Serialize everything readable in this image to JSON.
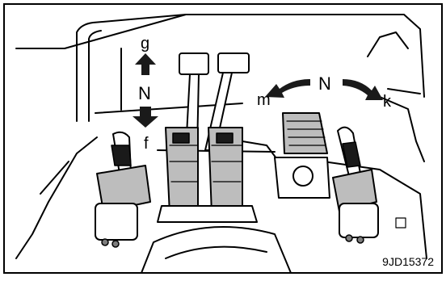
{
  "labels": {
    "left_up": "g",
    "left_neutral": "N",
    "left_down": "f",
    "right_left": "m",
    "right_neutral": "N",
    "right_right": "k"
  },
  "figure_id": "9JD15372",
  "colors": {
    "ink": "#000000",
    "shade": "#bdbdbd",
    "background": "#ffffff"
  }
}
